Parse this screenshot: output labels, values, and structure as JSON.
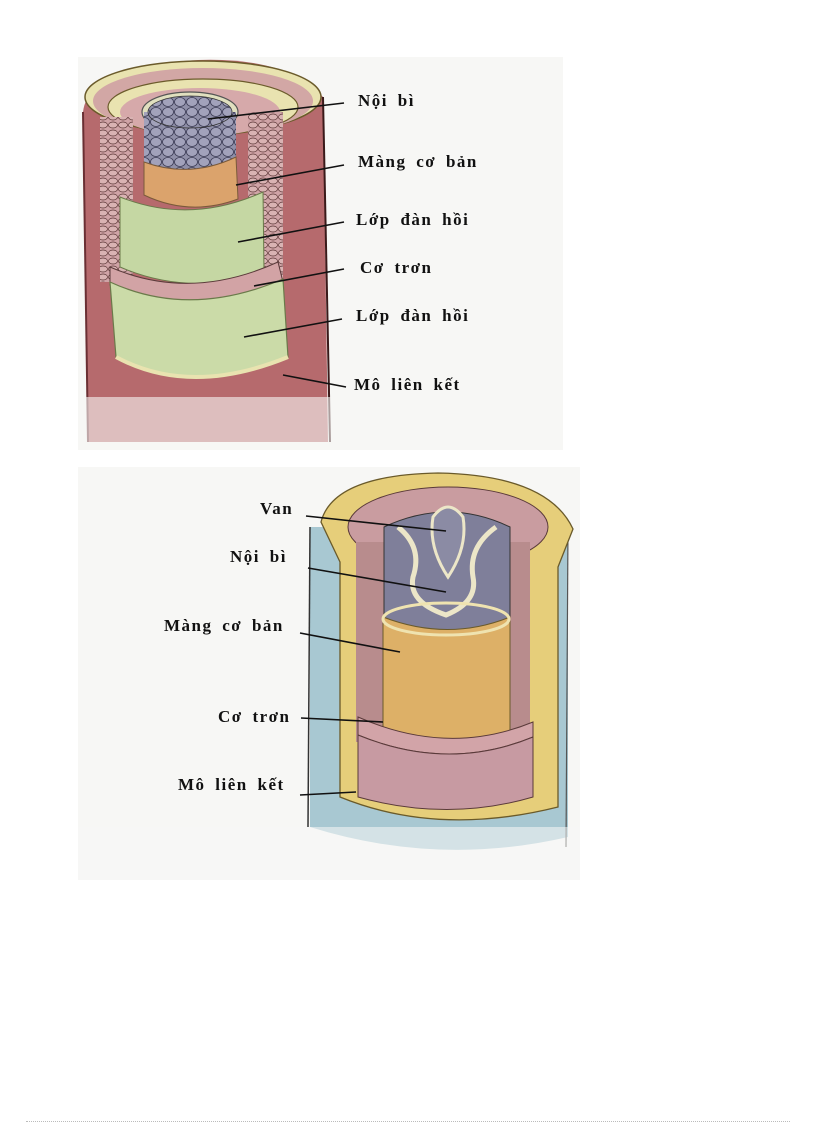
{
  "figures": [
    {
      "id": "artery",
      "title": "",
      "labels": [
        {
          "text": "Nội bì"
        },
        {
          "text": "Màng cơ bản"
        },
        {
          "text": "Lớp đàn hồi"
        },
        {
          "text": "Cơ trơn"
        },
        {
          "text": "Lớp đàn hồi"
        },
        {
          "text": "Mô liên kết"
        }
      ]
    },
    {
      "id": "vein",
      "title": "",
      "labels": [
        {
          "text": "Van"
        },
        {
          "text": "Nội bì"
        },
        {
          "text": "Màng cơ bản"
        },
        {
          "text": "Cơ trơn"
        },
        {
          "text": "Mô liên kết"
        }
      ]
    }
  ],
  "colors": {
    "artery_outer": "#b9686b",
    "artery_green": "#c9d9a6",
    "artery_tan": "#d9a56a",
    "endothelium": "#8a8aa6",
    "muscle_pink": "#c99a9a",
    "vein_outer": "#a9c9d3",
    "vein_yellow": "#e7cf7c",
    "vein_tan": "#dcae63",
    "vein_pink": "#c89aa0"
  }
}
